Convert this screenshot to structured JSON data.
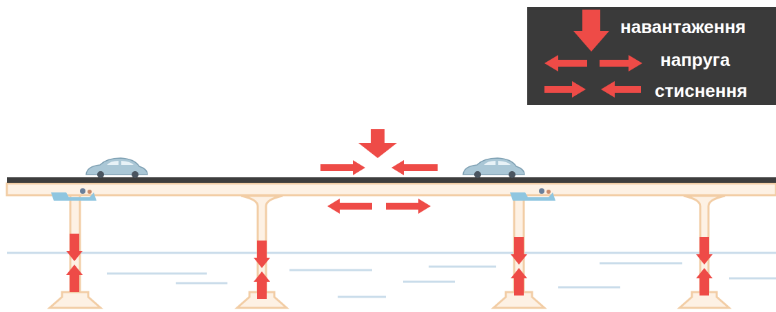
{
  "diagram": {
    "legend": [
      {
        "text": "навантаження"
      },
      {
        "text": "напруга"
      },
      {
        "text": "стиснення"
      }
    ]
  }
}
